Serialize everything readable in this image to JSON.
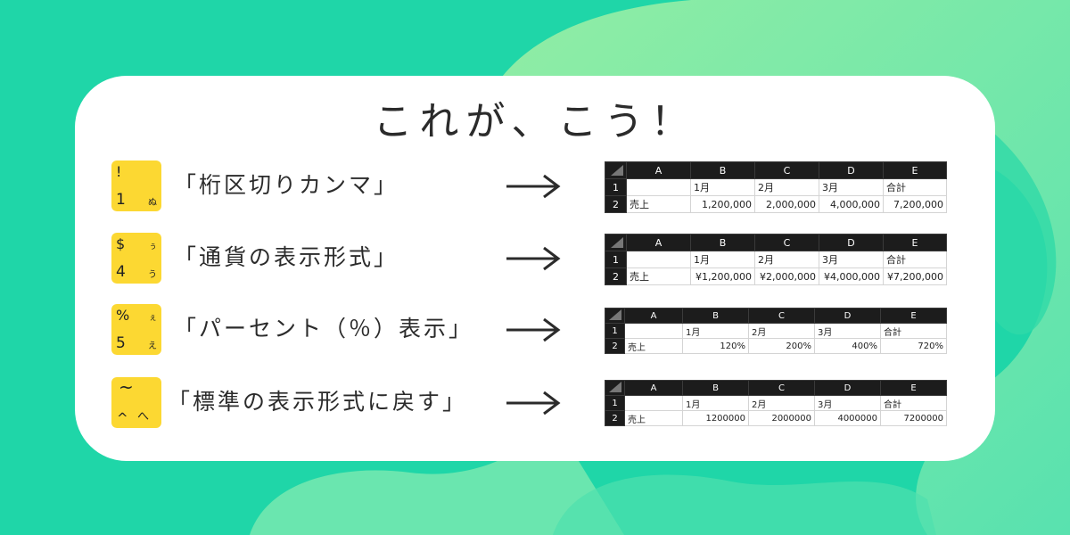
{
  "title": "これが、こう！",
  "columns": [
    "A",
    "B",
    "C",
    "D",
    "E"
  ],
  "rows": [
    {
      "key": {
        "top": "!",
        "top_kana": "",
        "bottom": "1",
        "bottom_kana": "ぬ"
      },
      "label": "「桁区切りカンマ」",
      "sheet": {
        "row1": [
          "",
          "1月",
          "2月",
          "3月",
          "合計"
        ],
        "row2": [
          "売上",
          "1,200,000",
          "2,000,000",
          "4,000,000",
          "7,200,000"
        ]
      }
    },
    {
      "key": {
        "top": "$",
        "top_kana": "ぅ",
        "bottom": "4",
        "bottom_kana": "う"
      },
      "label": "「通貨の表示形式」",
      "sheet": {
        "row1": [
          "",
          "1月",
          "2月",
          "3月",
          "合計"
        ],
        "row2": [
          "売上",
          "¥1,200,000",
          "¥2,000,000",
          "¥4,000,000",
          "¥7,200,000"
        ]
      }
    },
    {
      "key": {
        "top": "%",
        "top_kana": "ぇ",
        "bottom": "5",
        "bottom_kana": "え"
      },
      "label": "「パーセント（％）表示」",
      "sheet": {
        "row1": [
          "",
          "1月",
          "2月",
          "3月",
          "合計"
        ],
        "row2": [
          "売上",
          "120%",
          "200%",
          "400%",
          "720%"
        ]
      }
    },
    {
      "key": {
        "top": "~",
        "top_kana": "",
        "bottom": "^",
        "bottom_kana": "へ"
      },
      "label": "「標準の表示形式に戻す」",
      "sheet": {
        "row1": [
          "",
          "1月",
          "2月",
          "3月",
          "合計"
        ],
        "row2": [
          "売上",
          "1200000",
          "2000000",
          "4000000",
          "7200000"
        ]
      }
    }
  ],
  "row_numbers": [
    "1",
    "2"
  ],
  "colors": {
    "background": "#1fd6a8",
    "key": "#fcd832",
    "header": "#1c1c1c"
  }
}
